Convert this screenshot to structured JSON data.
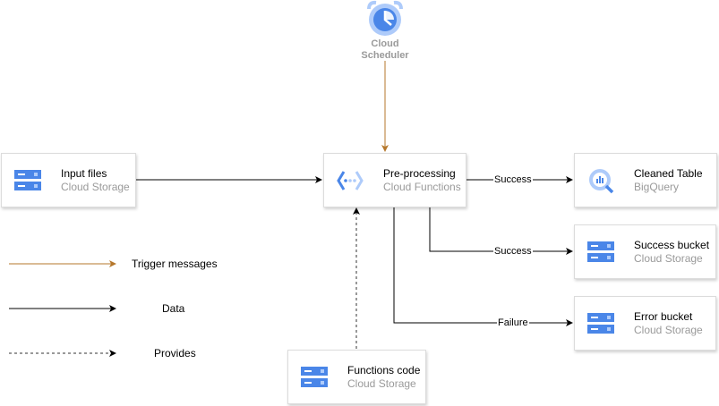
{
  "scheduler": {
    "line1": "Cloud",
    "line2": "Scheduler"
  },
  "nodes": {
    "input_files": {
      "title": "Input files",
      "subtitle": "Cloud Storage"
    },
    "preprocessing": {
      "title": "Pre-processing",
      "subtitle": "Cloud Functions"
    },
    "cleaned_table": {
      "title": "Cleaned Table",
      "subtitle": "BigQuery"
    },
    "success_bucket": {
      "title": "Success bucket",
      "subtitle": "Cloud Storage"
    },
    "error_bucket": {
      "title": "Error bucket",
      "subtitle": "Cloud Storage"
    },
    "functions_code": {
      "title": "Functions code",
      "subtitle": "Cloud Storage"
    }
  },
  "edges": {
    "to_bigquery": "Success",
    "to_success_bucket": "Success",
    "to_error_bucket": "Failure"
  },
  "legend": {
    "trigger": "Trigger messages",
    "data": "Data",
    "provides": "Provides"
  },
  "colors": {
    "trigger": "#b5772b",
    "data": "#000000",
    "provides": "#333333",
    "icon_blue": "#4a86e8",
    "icon_light": "#aecbfa"
  }
}
